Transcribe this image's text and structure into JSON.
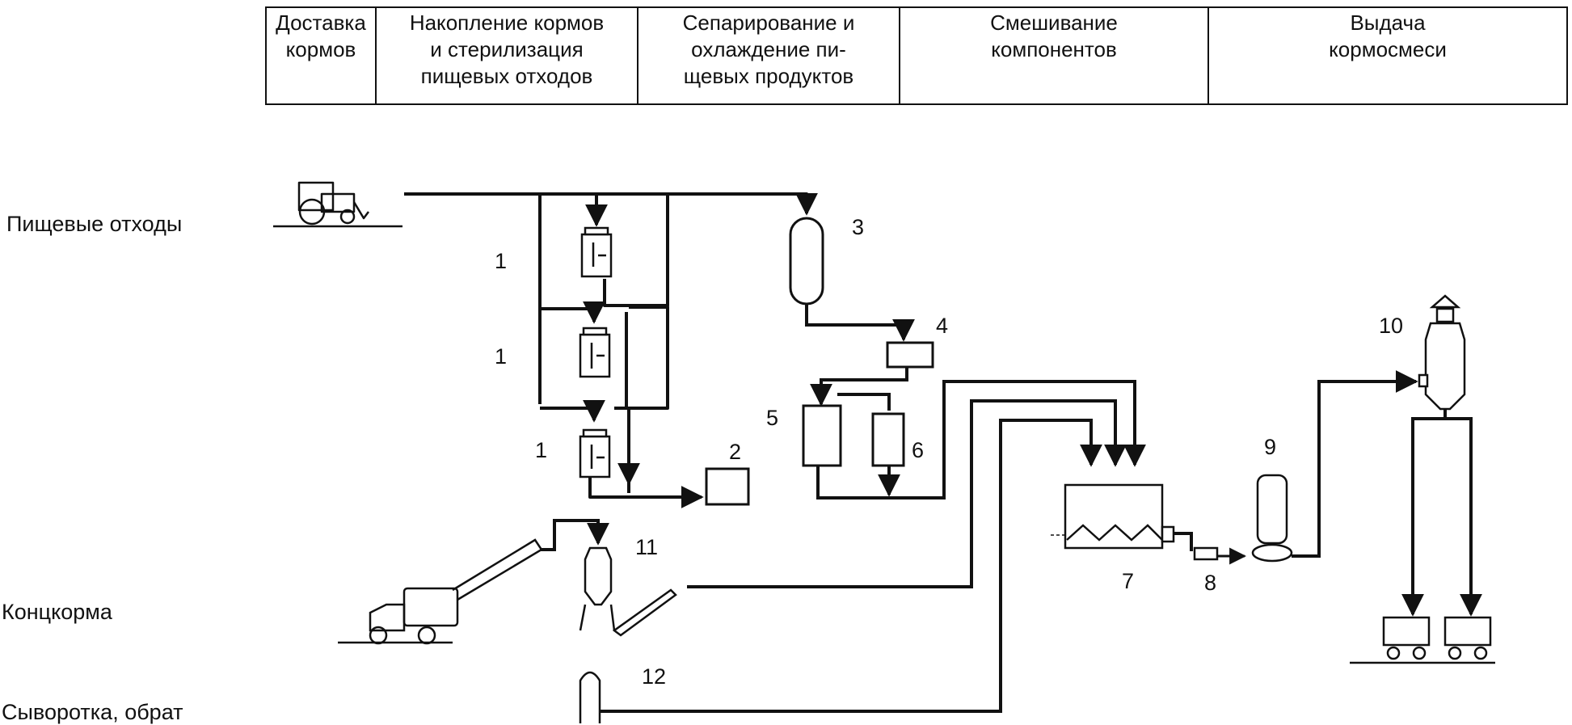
{
  "header": {
    "stages": [
      {
        "label": "Доставка\nкормов"
      },
      {
        "label": "Накопление кормов\nи стерилизация\nпищевых отходов"
      },
      {
        "label": "Сепарирование и\nохлаждение пи-\nщевых продуктов"
      },
      {
        "label": "Смешивание\nкомпонентов"
      },
      {
        "label": "Выдача\nкормосмеси"
      }
    ]
  },
  "inputs": {
    "food_waste": "Пищевые отходы",
    "concentrates": "Концкорма",
    "whey": "Сыворотка, обрат"
  },
  "equipment_numbers": {
    "n1a": "1",
    "n1b": "1",
    "n1c": "1",
    "n2": "2",
    "n3": "3",
    "n4": "4",
    "n5": "5",
    "n6": "6",
    "n7": "7",
    "n8": "8",
    "n9": "9",
    "n10": "10",
    "n11": "11",
    "n12": "12"
  }
}
